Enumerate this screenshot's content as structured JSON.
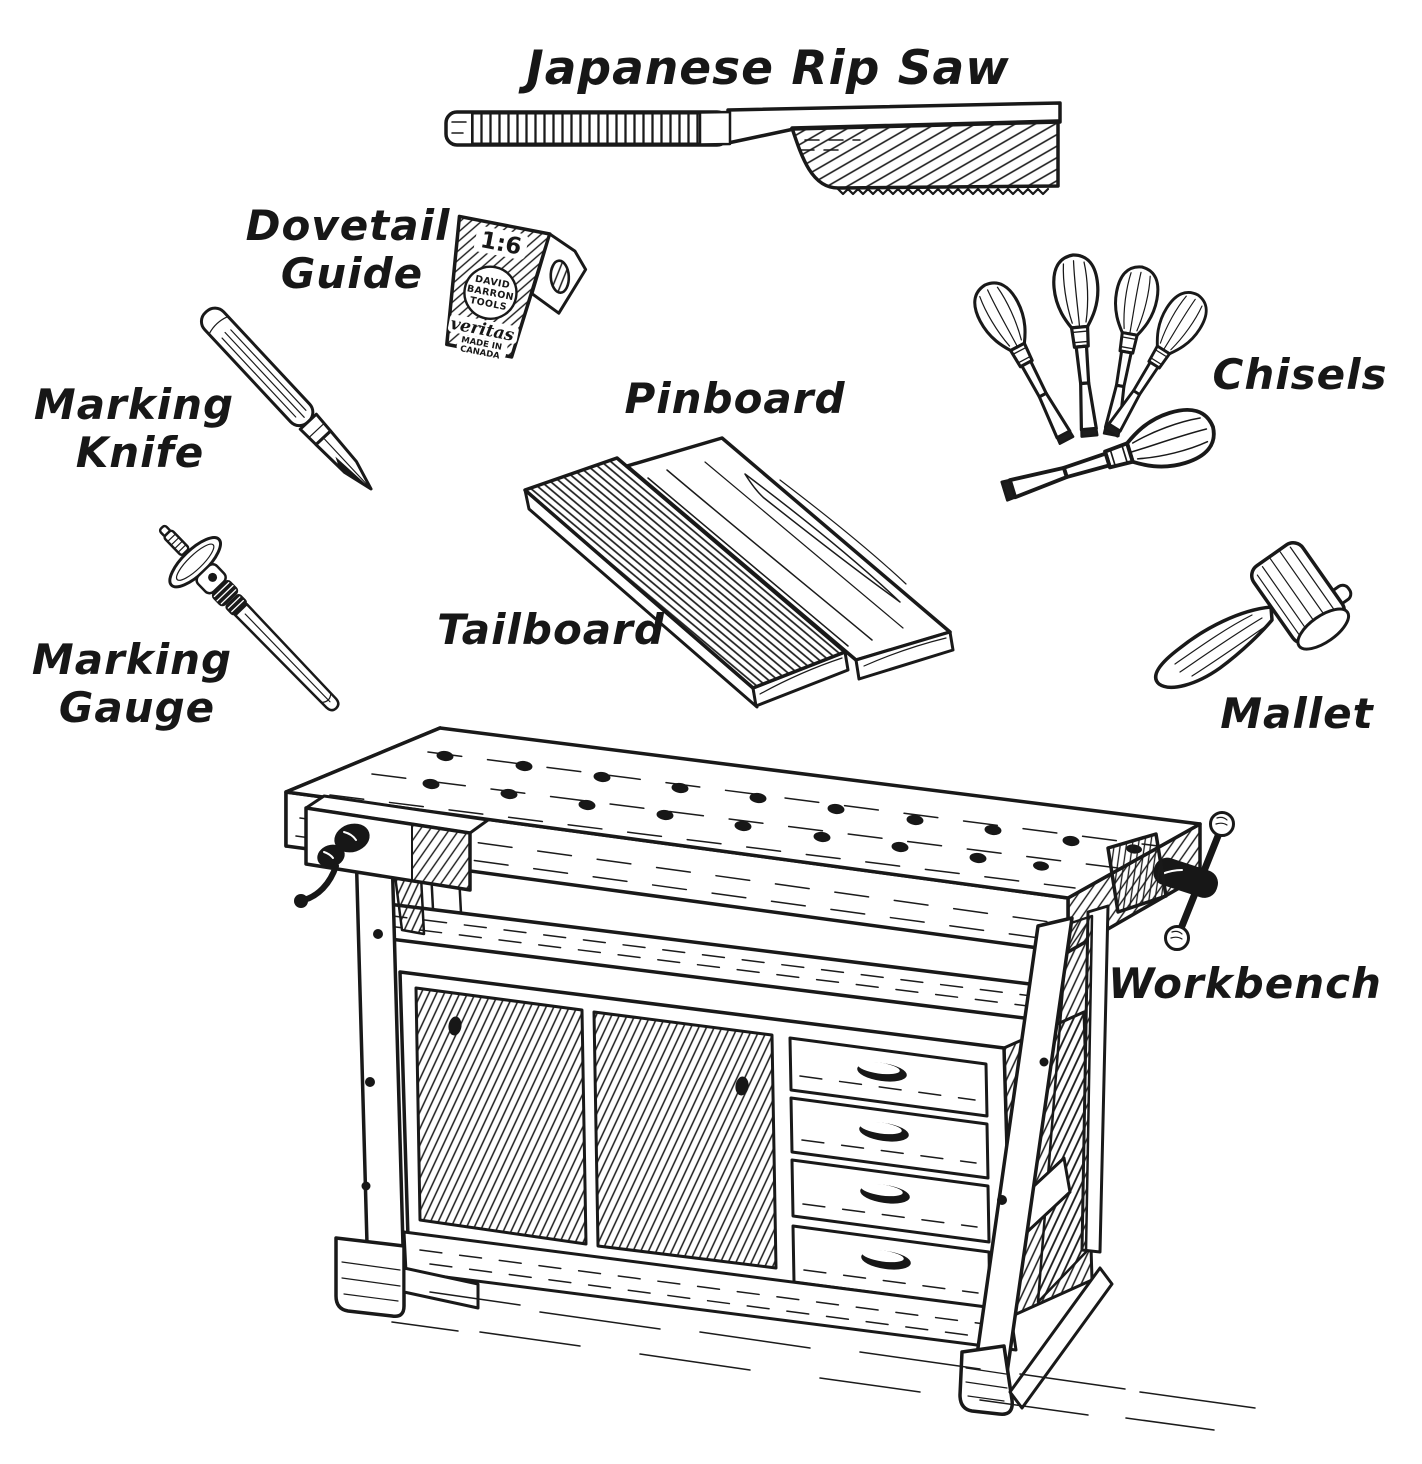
{
  "palette": {
    "ink": "#191919",
    "paper": "#ffffff"
  },
  "labels": {
    "japanese_rip_saw": "Japanese Rip Saw",
    "dovetail_guide_1": "Dovetail",
    "dovetail_guide_2": "Guide",
    "marking_knife_1": "Marking",
    "marking_knife_2": "Knife",
    "marking_gauge_1": "Marking",
    "marking_gauge_2": "Gauge",
    "pinboard": "Pinboard",
    "tailboard": "Tailboard",
    "chisels": "Chisels",
    "mallet": "Mallet",
    "workbench": "Workbench"
  },
  "dovetail_guide_markings": {
    "ratio": "1:6",
    "maker_1": "DAVID",
    "maker_2": "BARRON",
    "maker_3": "TOOLS",
    "brand": "veritas",
    "origin_1": "MADE IN",
    "origin_2": "CANADA"
  }
}
